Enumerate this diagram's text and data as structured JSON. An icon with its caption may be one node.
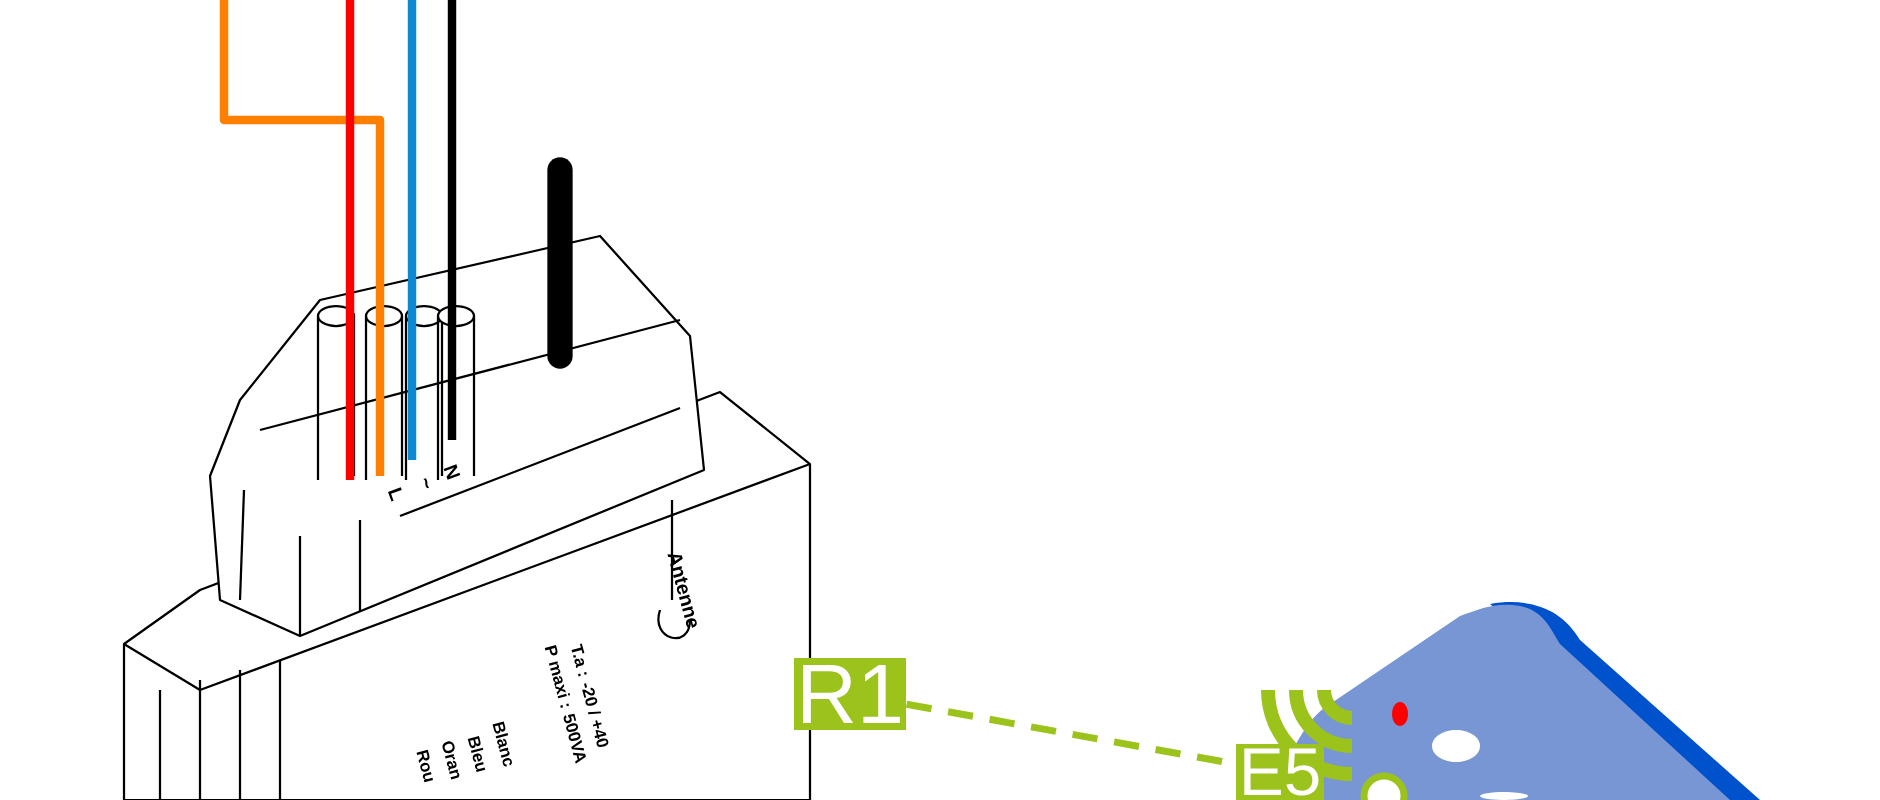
{
  "diagram": {
    "nodes": [
      {
        "text": [
          "R1"
        ]
      },
      {
        "text": [
          "E5"
        ]
      }
    ],
    "edges": [
      {
        "from": 0,
        "to": 1,
        "arrow": "none",
        "style": "dashed",
        "color": "#9bc31c"
      }
    ],
    "labels": [
      "L",
      "~",
      "N",
      "Antenne",
      "P maxi : 500VA",
      "T.a : -20 / +40",
      "Blanc",
      "Bleu",
      "Oran",
      "Rou"
    ]
  }
}
